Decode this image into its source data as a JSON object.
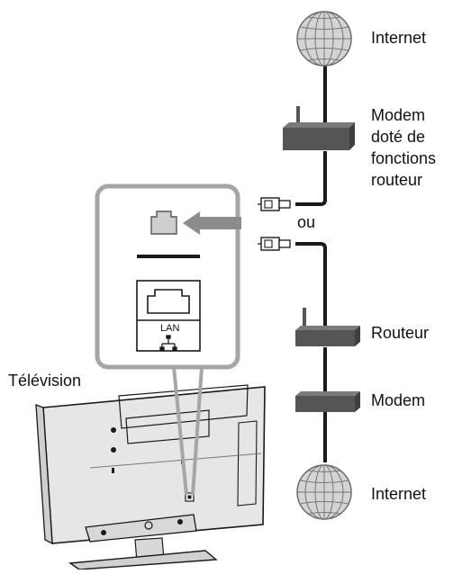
{
  "labels": {
    "internet_top": "Internet",
    "modem_router": [
      "Modem",
      "doté de",
      "fonctions",
      "routeur"
    ],
    "ou": "ou",
    "routeur": "Routeur",
    "modem": "Modem",
    "internet_bottom": "Internet",
    "television": "Télévision",
    "lan_port": "LAN"
  },
  "icons": {
    "globe": "globe-icon",
    "router": "router-icon",
    "modem": "modem-icon",
    "lan_cable_plug": "lan-plug-icon",
    "lan_port": "lan-port-icon",
    "network": "network-symbol-icon",
    "arrow": "arrow-left-icon"
  },
  "colors": {
    "line": "#1a1a1a",
    "callout_border": "#a6a6a6",
    "device": "#555555",
    "globe_fill": "#d4d4d4",
    "tv_fill": "#e6e6e6"
  }
}
